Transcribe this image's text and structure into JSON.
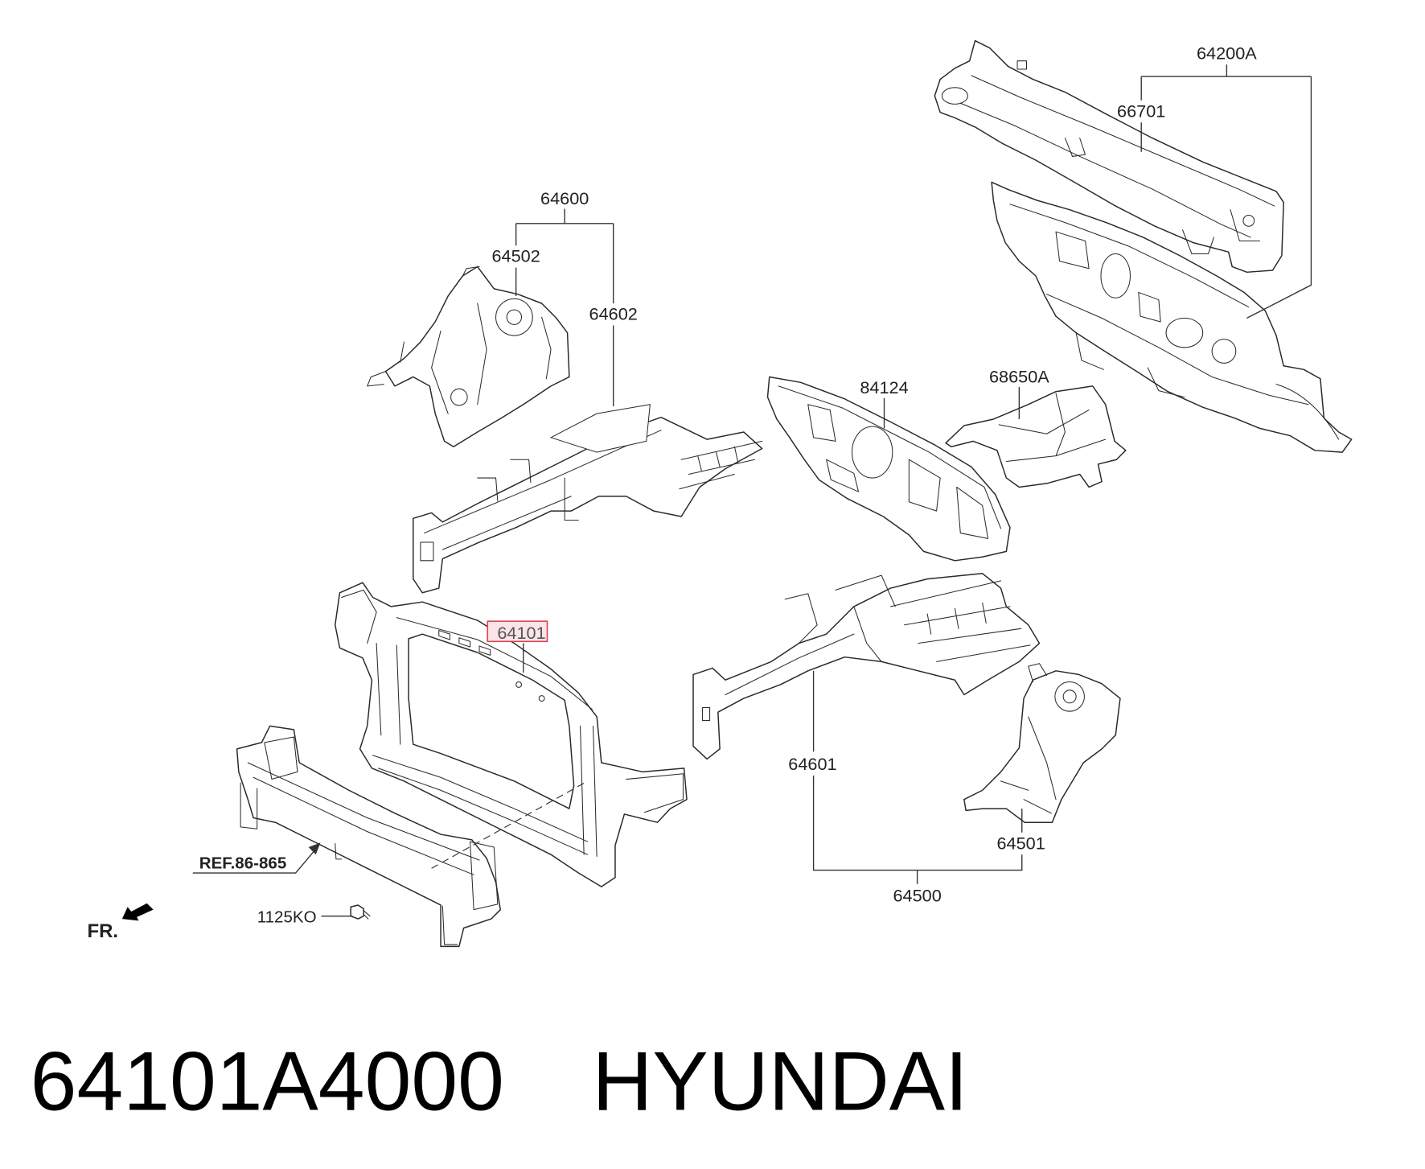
{
  "callouts": [
    {
      "label": "64200A"
    },
    {
      "label": "66701"
    },
    {
      "label": "64600"
    },
    {
      "label": "64502"
    },
    {
      "label": "64602"
    },
    {
      "label": "84124"
    },
    {
      "label": "68650A"
    },
    {
      "label": "64101"
    },
    {
      "label": "64601"
    },
    {
      "label": "64501"
    },
    {
      "label": "64500"
    }
  ],
  "reference": {
    "label": "REF.86-865"
  },
  "fastener": {
    "label": "1125KO"
  },
  "direction": {
    "label": "FR."
  },
  "caption": {
    "part_number": "64101A4000",
    "brand": "HYUNDAI"
  },
  "colors": {
    "line": "#2a2a2a",
    "highlight": "#d9434f",
    "highlight_fill": "#fbe4e7"
  }
}
